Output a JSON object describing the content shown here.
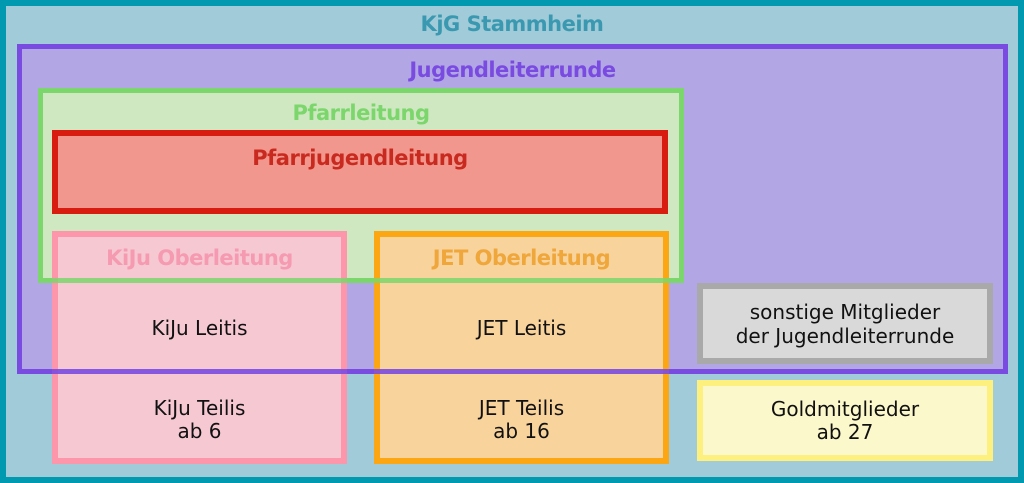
{
  "diagram": {
    "outer": {
      "title": "KjG Stammheim",
      "color": "#3a99b0"
    },
    "jugendleiterrunde": {
      "title": "Jugendleiterrunde",
      "color": "#7a4be0"
    },
    "pfarrleitung": {
      "title": "Pfarrleitung",
      "color": "#7bd66c"
    },
    "pfarrjugendleitung": {
      "title": "Pfarrjugendleitung",
      "color": "#c92a1f"
    },
    "kiju": {
      "title": "KiJu Oberleitung",
      "leitis": "KiJu Leitis",
      "teilis_line1": "KiJu Teilis",
      "teilis_line2": "ab 6",
      "color": "#f59ab0"
    },
    "jet": {
      "title": "JET Oberleitung",
      "leitis": "JET Leitis",
      "teilis_line1": "JET Teilis",
      "teilis_line2": "ab 16",
      "color": "#efa63a"
    },
    "sonstige": {
      "line1": "sonstige Mitglieder",
      "line2": "der Jugendleiterrunde"
    },
    "gold": {
      "line1": "Goldmitglieder",
      "line2": "ab 27"
    }
  }
}
